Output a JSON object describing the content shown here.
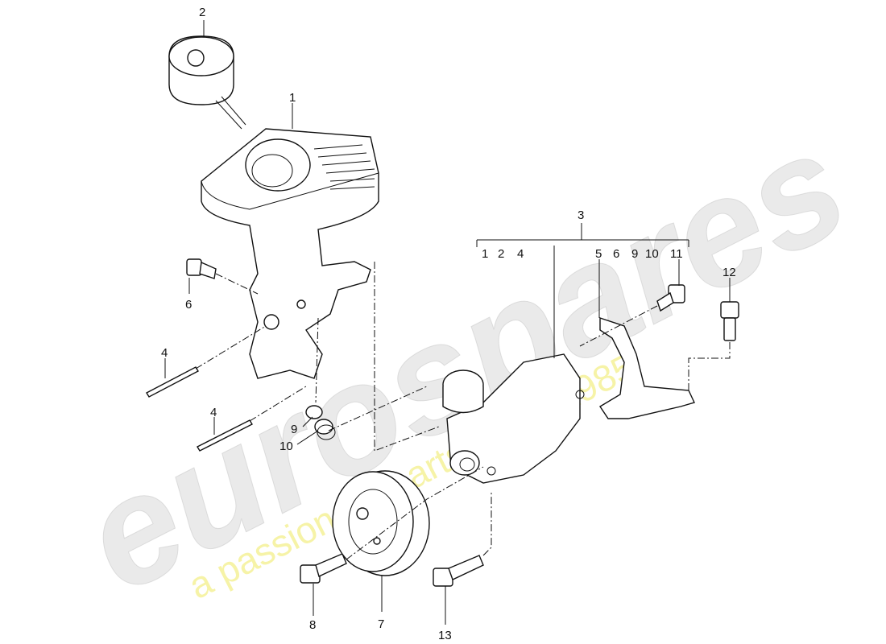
{
  "watermark": {
    "brand": "eurospares",
    "tagline": "a passion for parts since 1985",
    "brand_color": "#d0d0d0",
    "tagline_color": "#f0ea70"
  },
  "callouts": {
    "c2": "2",
    "c1": "1",
    "c3": "3",
    "group3": [
      "1",
      "2",
      "4",
      "5",
      "6",
      "9",
      "10",
      "11"
    ],
    "c12": "12",
    "c6": "6",
    "c4a": "4",
    "c4b": "4",
    "c9": "9",
    "c10": "10",
    "c7": "7",
    "c8": "8",
    "c13": "13"
  }
}
